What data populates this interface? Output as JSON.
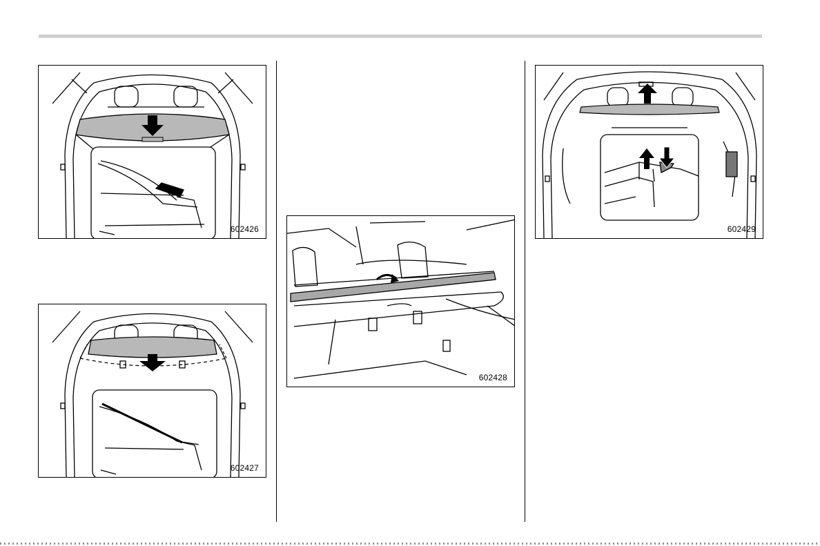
{
  "figures": {
    "fig1": {
      "code": "602426"
    },
    "fig2": {
      "code": "602427"
    },
    "fig3": {
      "code": "602428"
    },
    "fig4": {
      "code": "602429"
    }
  },
  "colors": {
    "rule": "#cfcfcf",
    "cover": "#b8b8b8",
    "arrow": "#000000"
  }
}
